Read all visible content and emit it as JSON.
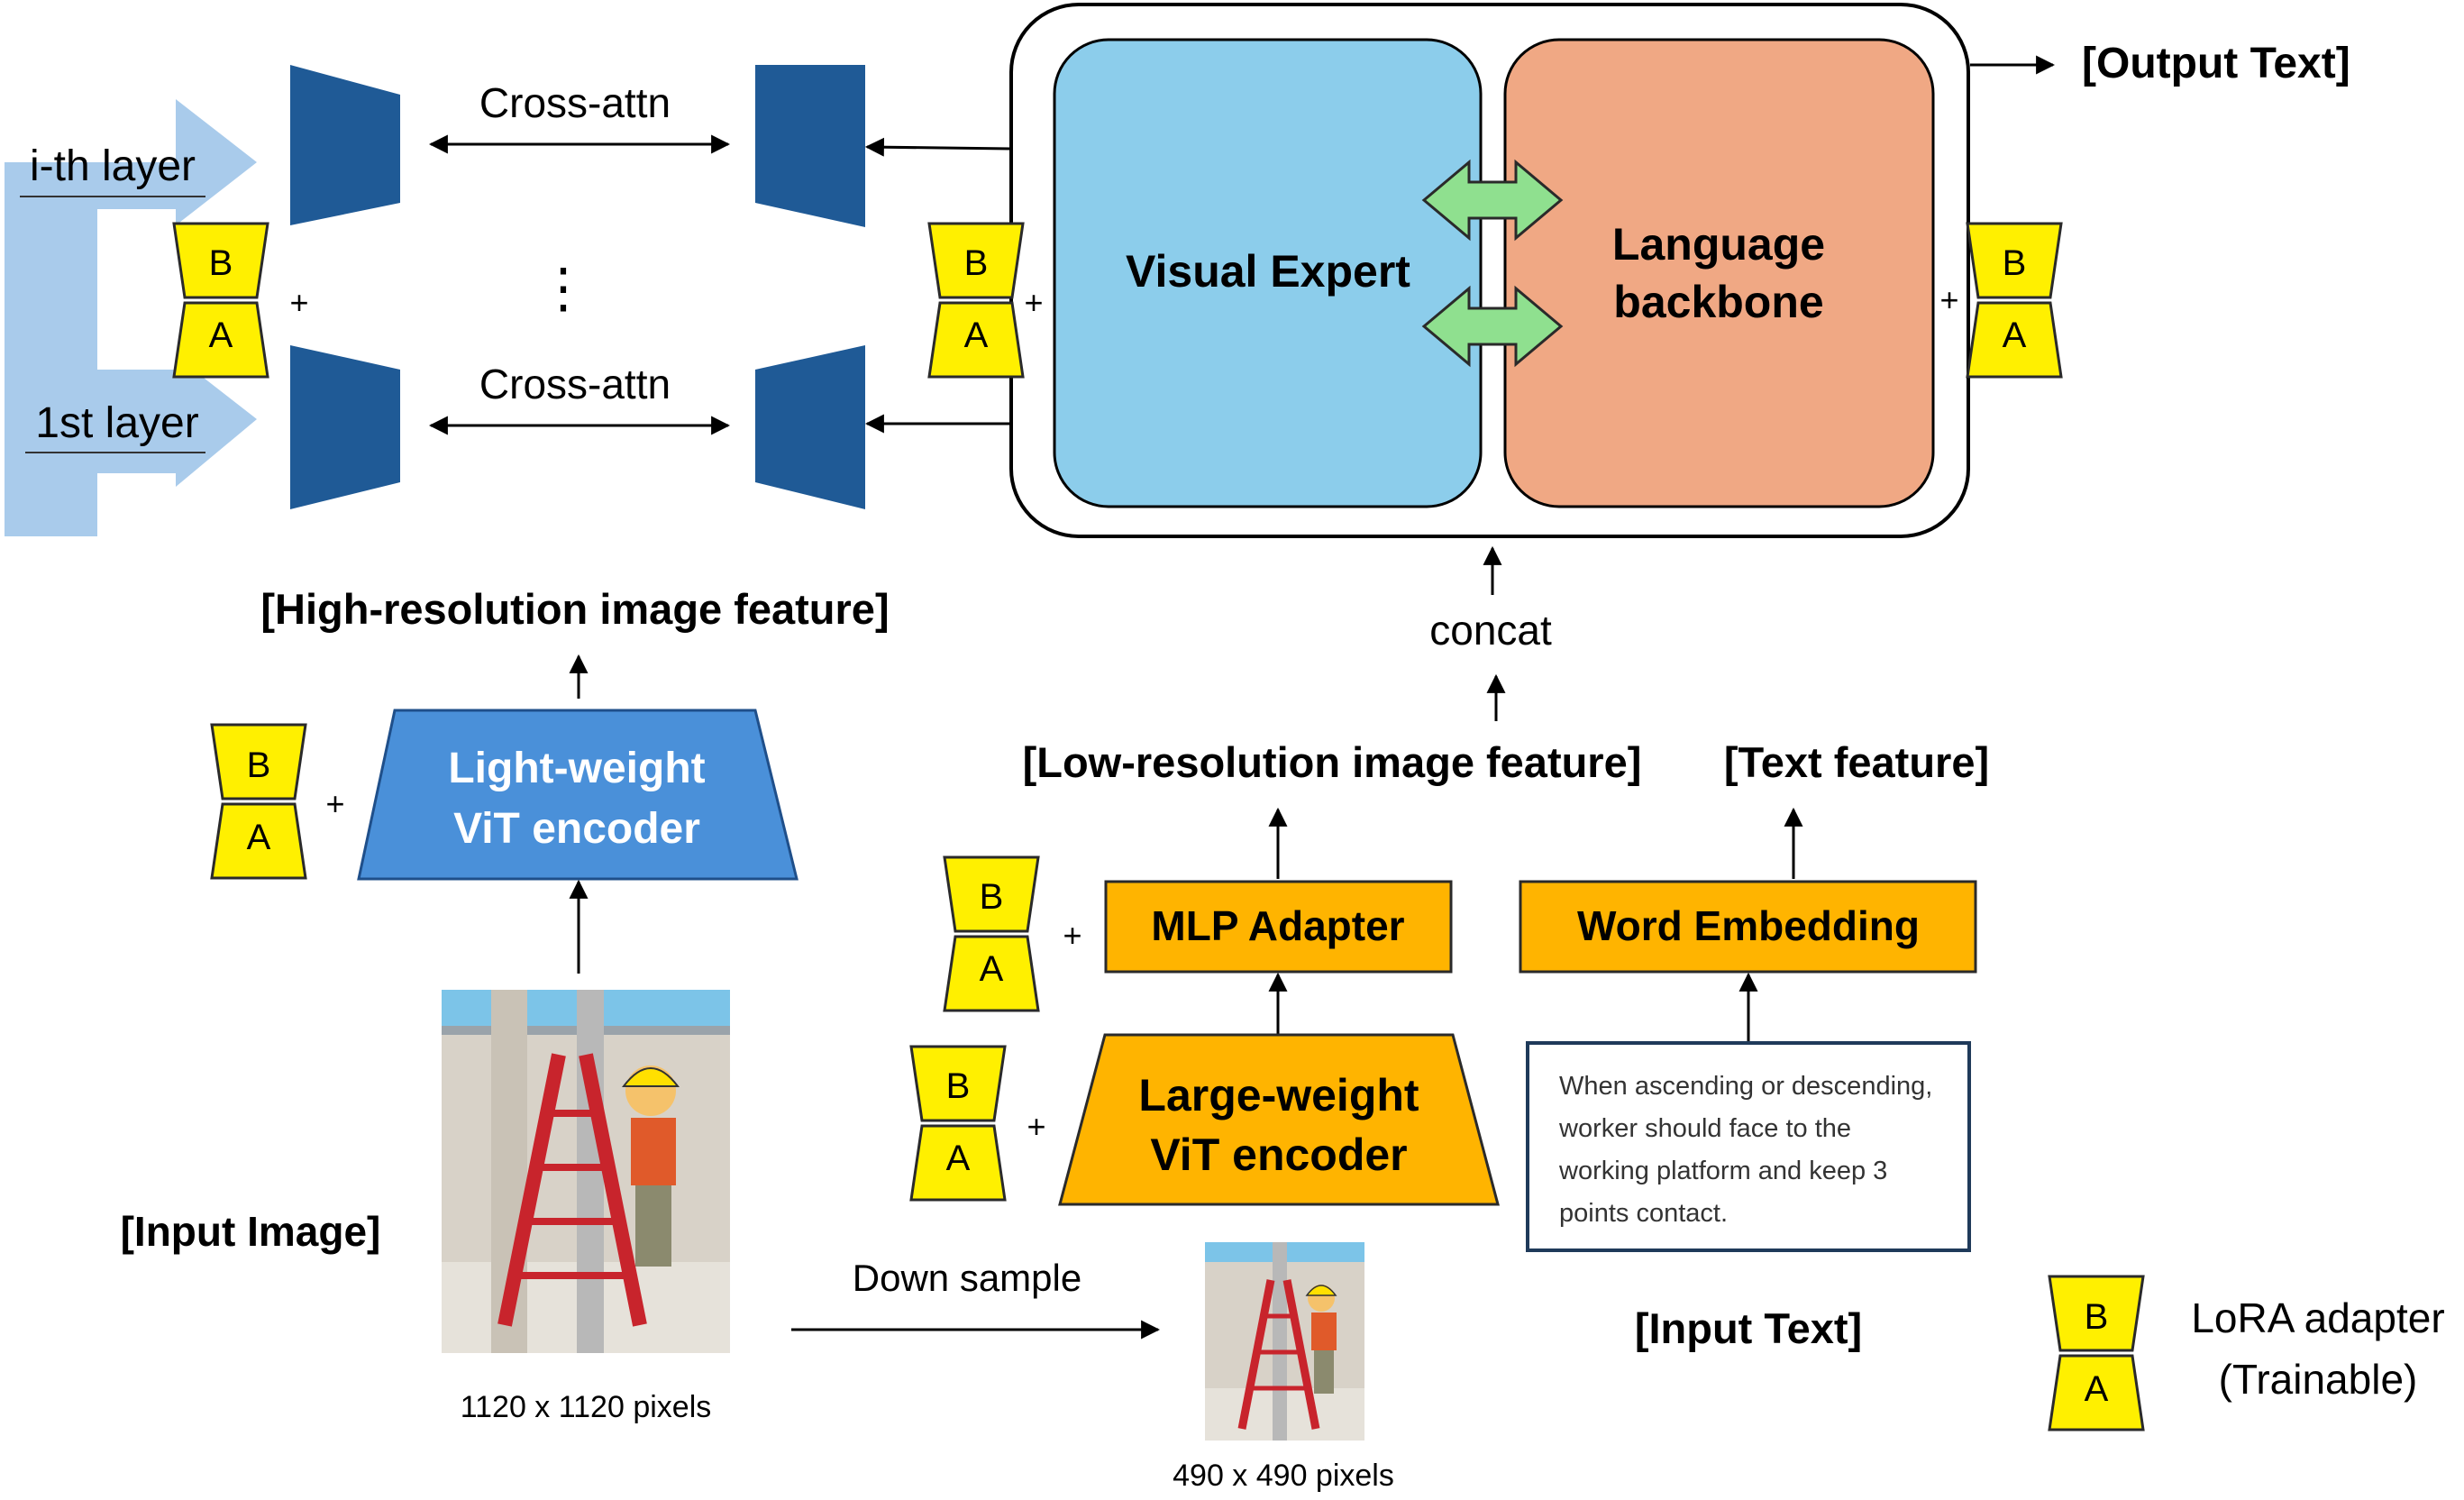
{
  "colors": {
    "dark_blue_block": "#1F5A96",
    "light_blue_encoder": "#4A90D9",
    "visual_expert_fill": "#8CCDEB",
    "language_backbone_fill": "#F0A884",
    "orange_block": "#FFB400",
    "lora_yellow": "#FFF000",
    "bidirectional_arrow": "#8FE08F",
    "side_arrow": "#A9CBEB"
  },
  "layers": {
    "ith": "i-th layer",
    "first": "1st layer"
  },
  "cross_attn": {
    "top": "Cross-attn",
    "bottom": "Cross-attn",
    "dots": "⋮"
  },
  "main_model": {
    "visual_expert": "Visual Expert",
    "language_backbone_l1": "Language",
    "language_backbone_l2": "backbone"
  },
  "output_text": "[Output Text]",
  "labels": {
    "high_res_feature": "[High-resolution image feature]",
    "concat": "concat",
    "low_res_feature": "[Low-resolution image feature]",
    "text_feature": "[Text feature]",
    "input_image": "[Input Image]",
    "input_text": "[Input Text]",
    "down_sample": "Down sample",
    "size_large": "1120 x 1120 pixels",
    "size_small": "490 x 490 pixels"
  },
  "blocks": {
    "light_vit_l1": "Light-weight",
    "light_vit_l2": "ViT encoder",
    "mlp_adapter": "MLP  Adapter",
    "word_embedding": "Word Embedding",
    "large_vit_l1": "Large-weight",
    "large_vit_l2": "ViT encoder"
  },
  "lora": {
    "b": "B",
    "a": "A",
    "plus": "+"
  },
  "input_text_box": {
    "line1": "When ascending or descending,",
    "line2": "worker should face to the",
    "line3": "working platform and keep 3",
    "line4": "points contact."
  },
  "legend": {
    "title": "LoRA adapter",
    "subtitle": "(Trainable)"
  }
}
